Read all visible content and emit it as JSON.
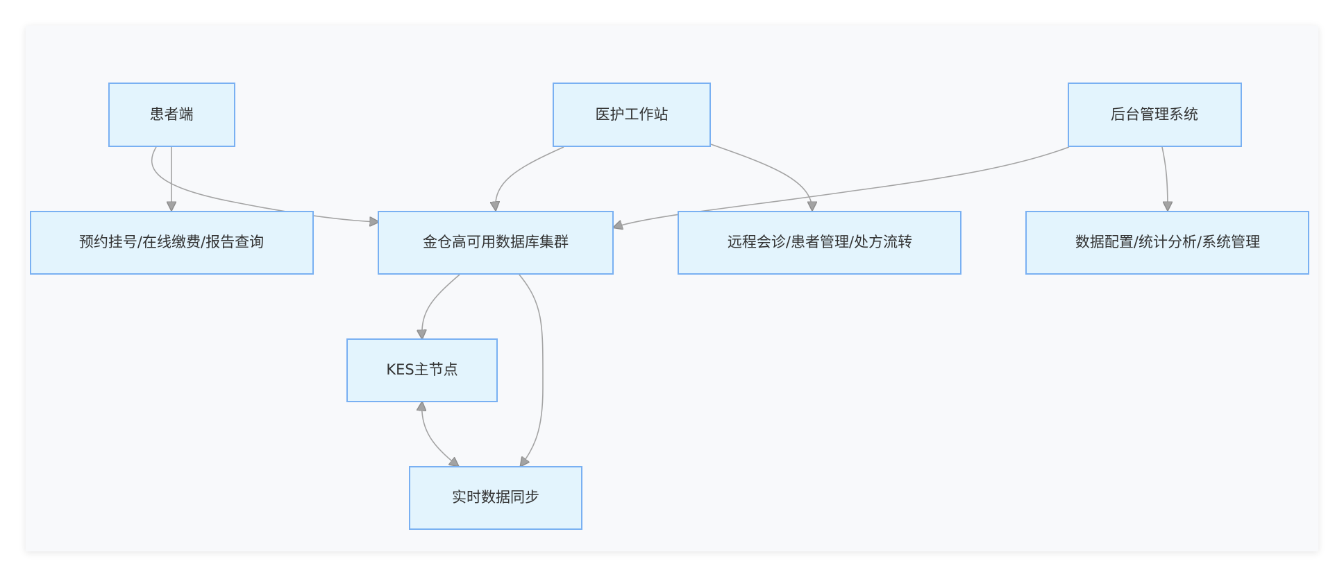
{
  "diagram": {
    "nodes": {
      "patient": "患者端",
      "medical": "医护工作站",
      "admin": "后台管理系统",
      "patient_func": "预约挂号/在线缴费/报告查询",
      "cluster": "金仓高可用数据库集群",
      "medical_func": "远程会诊/患者管理/处方流转",
      "admin_func": "数据配置/统计分析/系统管理",
      "kes_main": "KES主节点",
      "sync": "实时数据同步"
    },
    "edges": [
      {
        "from": "patient",
        "to": "patient_func"
      },
      {
        "from": "patient",
        "to": "cluster"
      },
      {
        "from": "medical",
        "to": "cluster"
      },
      {
        "from": "medical",
        "to": "medical_func"
      },
      {
        "from": "admin",
        "to": "cluster"
      },
      {
        "from": "admin",
        "to": "admin_func"
      },
      {
        "from": "cluster",
        "to": "kes_main"
      },
      {
        "from": "cluster",
        "to": "sync"
      },
      {
        "from": "kes_main",
        "to": "sync",
        "bidirectional": true
      }
    ],
    "colors": {
      "node_fill": "#e3f4fd",
      "node_border": "#79b0f2",
      "edge": "#a3a3a3",
      "text": "#333333"
    }
  }
}
